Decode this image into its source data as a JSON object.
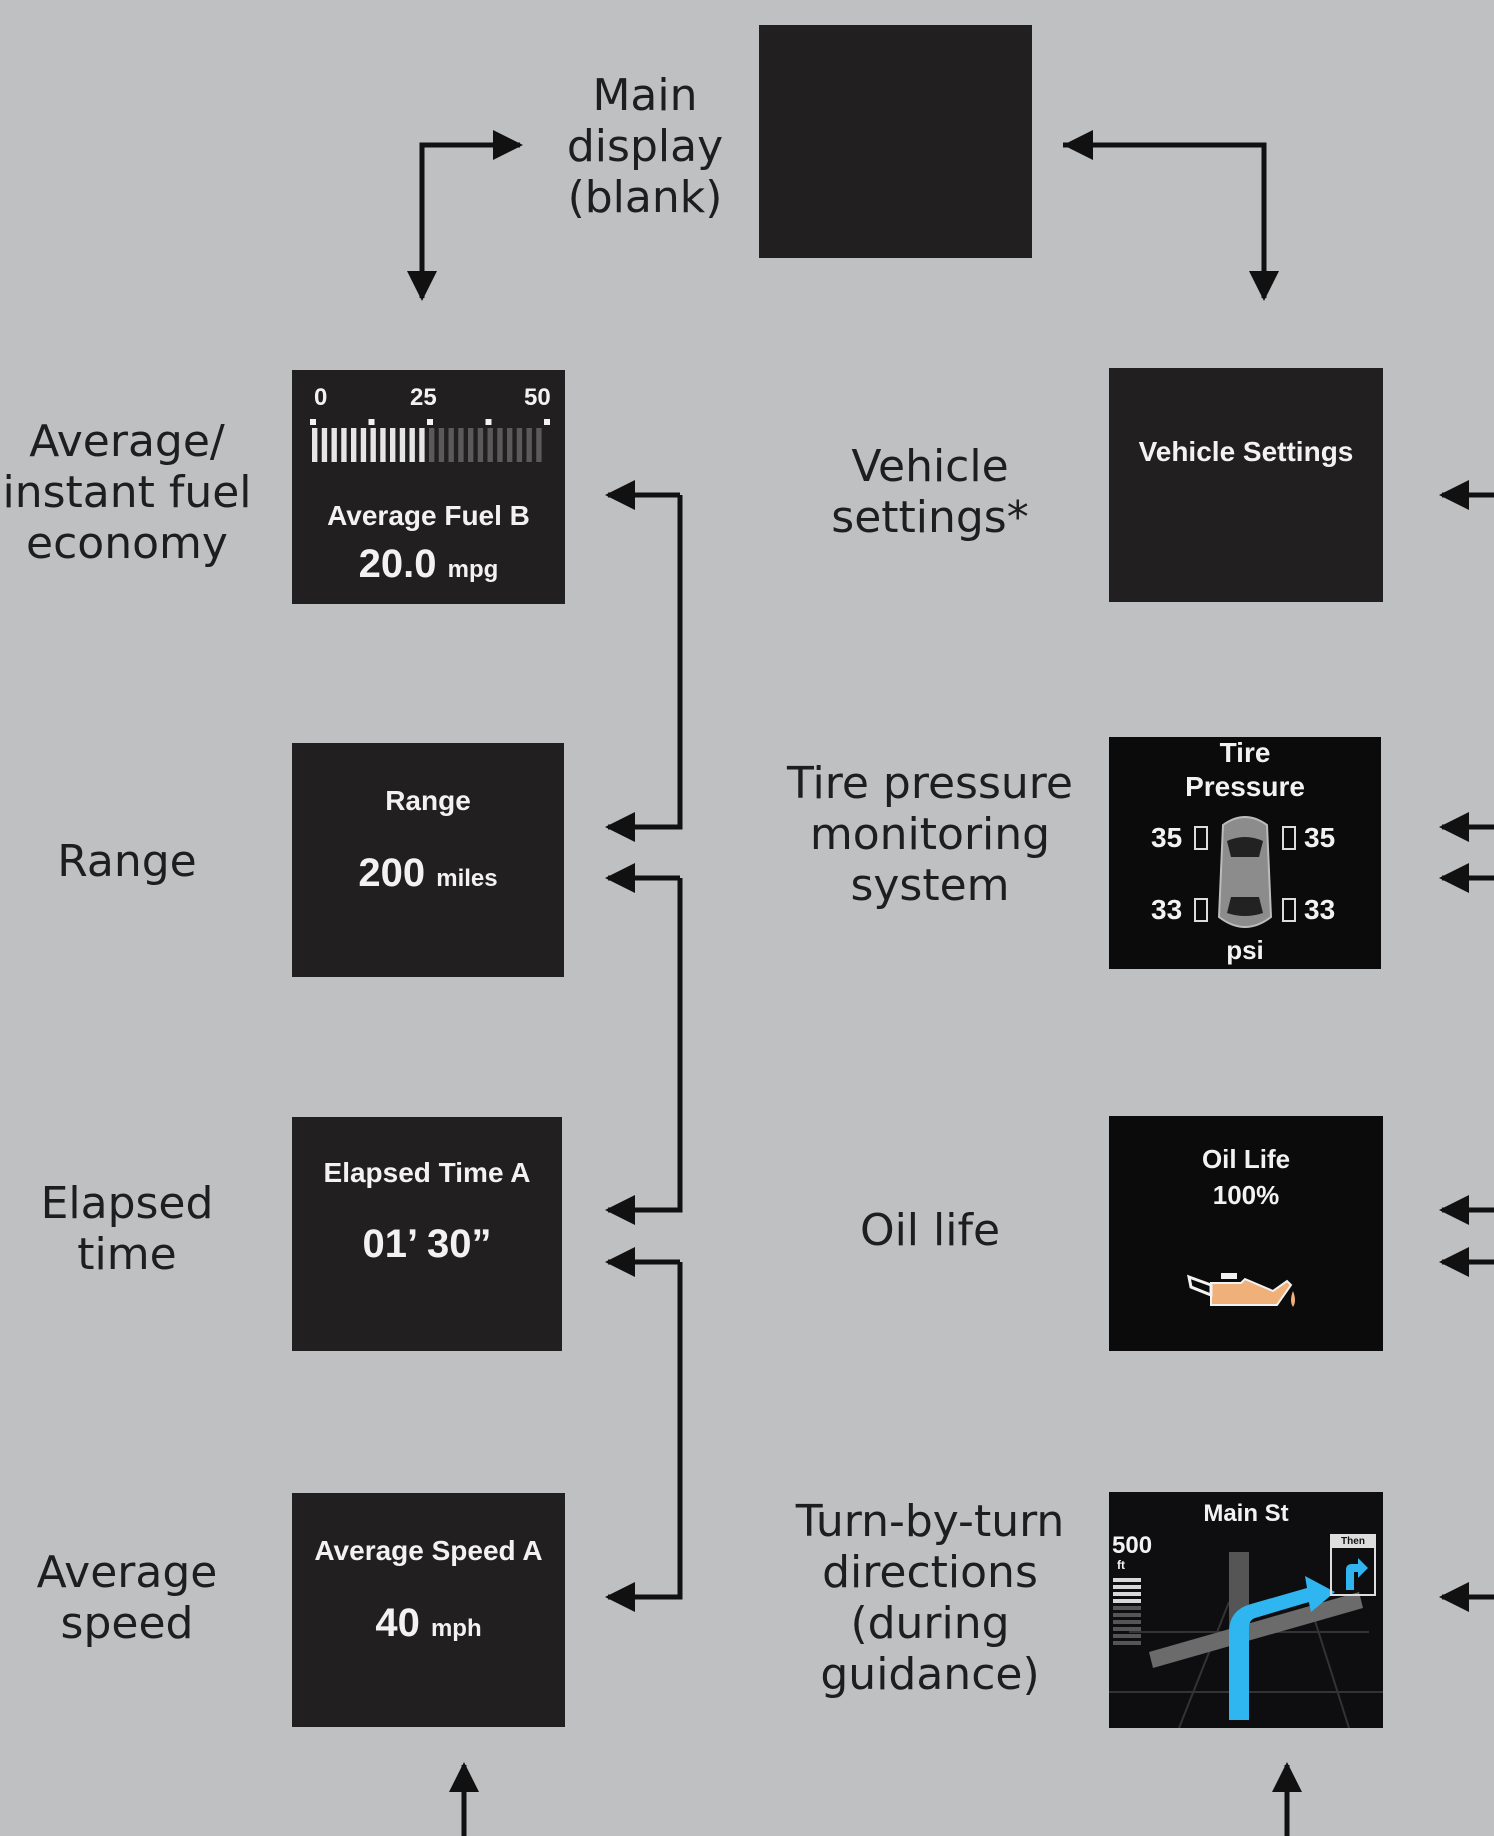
{
  "main_display": {
    "label": "Main\ndisplay\n(blank)"
  },
  "fuel": {
    "label": "Average/\ninstant fuel\neconomy",
    "scale": [
      "0",
      "25",
      "50"
    ],
    "title": "Average Fuel B",
    "value": "20.0",
    "unit": "mpg",
    "bar_fill_fraction": 0.5
  },
  "range": {
    "label": "Range",
    "title": "Range",
    "value": "200",
    "unit": "miles"
  },
  "elapsed": {
    "label": "Elapsed\ntime",
    "title": "Elapsed Time A",
    "value": "01’ 30”"
  },
  "avg_speed": {
    "label": "Average\nspeed",
    "title": "Average Speed A",
    "value": "40",
    "unit": "mph"
  },
  "vehicle_settings": {
    "label": "Vehicle\nsettings*",
    "title": "Vehicle Settings"
  },
  "tire_pressure": {
    "label": "Tire pressure\nmonitoring\nsystem",
    "title_line1": "Tire",
    "title_line2": "Pressure",
    "front_left": "35",
    "front_right": "35",
    "rear_left": "33",
    "rear_right": "33",
    "unit": "psi"
  },
  "oil_life": {
    "label": "Oil life",
    "title": "Oil Life",
    "value": "100%",
    "icon": "oil-can-icon",
    "icon_color": "#f0b07a"
  },
  "turn_by_turn": {
    "label": "Turn-by-turn\ndirections\n(during\nguidance)",
    "street": "Main St",
    "distance": "500",
    "distance_unit": "ft",
    "next_label": "Then",
    "arrow_color": "#2fb6f0"
  }
}
